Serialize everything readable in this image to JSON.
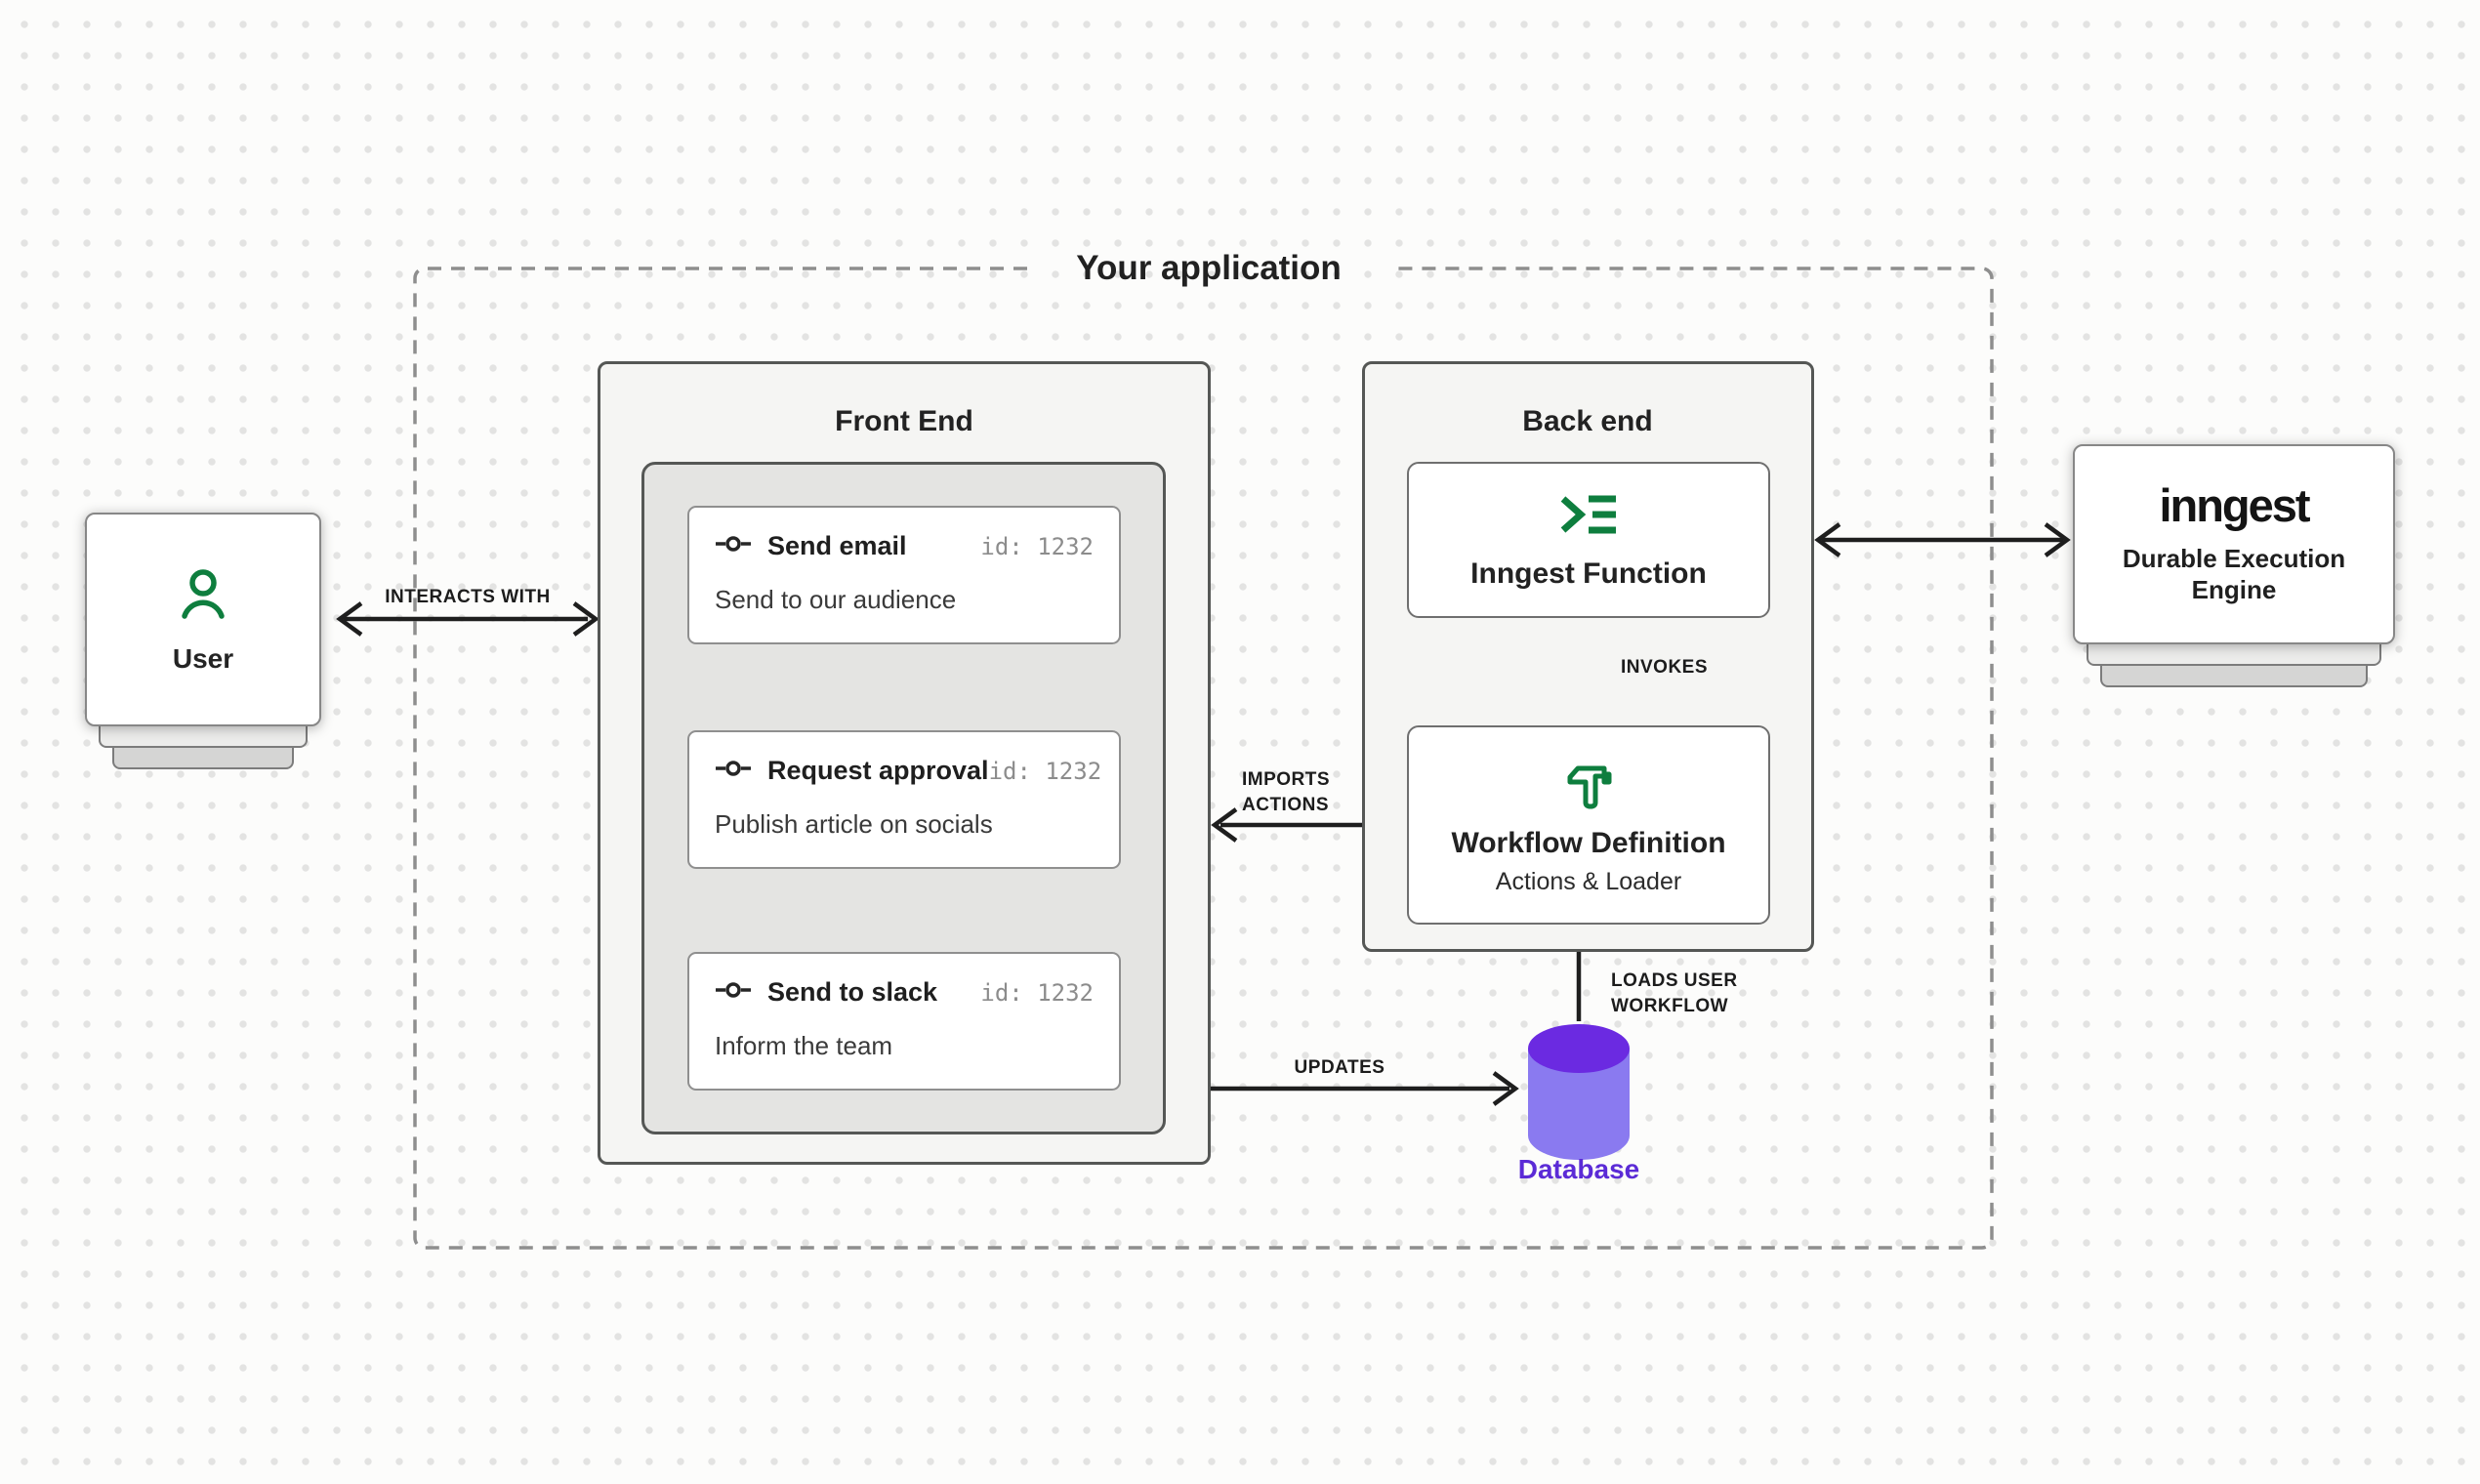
{
  "colors": {
    "accent_green": "#0e7e3e",
    "database_body": "#8a7af0",
    "database_top": "#6b2ae1",
    "database_label": "#5b2bd6",
    "arrow_dark": "#1e1e1e",
    "arrow_muted": "#9c9c9c",
    "dashed_border": "#8e8e8e"
  },
  "your_application": {
    "title": "Your application"
  },
  "user_node": {
    "label": "User",
    "icon": "user-icon"
  },
  "front_end": {
    "title": "Front End",
    "steps": [
      {
        "icon": "workflow-step-icon",
        "title": "Send email",
        "id": "id: 1232",
        "description": "Send to our audience"
      },
      {
        "icon": "workflow-step-icon",
        "title": "Request approval",
        "id": "id: 1232",
        "description": "Publish article on socials"
      },
      {
        "icon": "workflow-step-icon",
        "title": "Send to slack",
        "id": "id: 1232",
        "description": "Inform the team"
      }
    ]
  },
  "back_end": {
    "title": "Back end",
    "inngest_function": {
      "label": "Inngest Function",
      "icon": "terminal-prompt-icon"
    },
    "workflow_definition": {
      "title": "Workflow Definition",
      "subtitle": "Actions & Loader",
      "icon": "hammer-icon"
    }
  },
  "inngest_engine": {
    "logo_text": "inngest",
    "subtitle": "Durable Execution Engine"
  },
  "database_node": {
    "label": "Database"
  },
  "edge_labels": {
    "interacts_with": "INTERACTS WITH",
    "invokes": "INVOKES",
    "imports_actions": [
      "IMPORTS",
      "ACTIONS"
    ],
    "loads_user_workflow": [
      "LOADS USER",
      "WORKFLOW"
    ],
    "updates": "UPDATES"
  }
}
